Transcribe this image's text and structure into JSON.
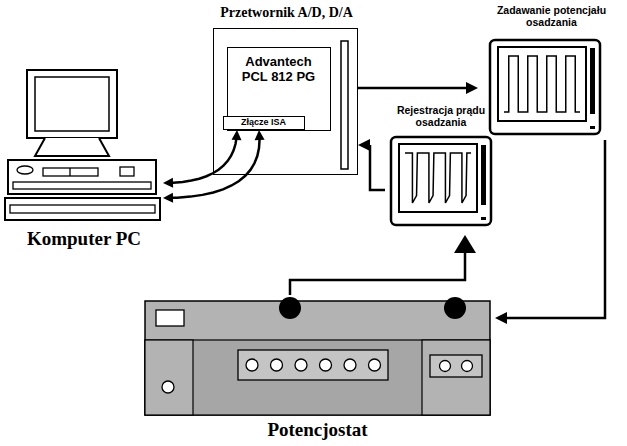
{
  "diagram": {
    "nodes": [
      {
        "text": [
          "Przetwornik A/D, D/A"
        ]
      },
      {
        "text": [
          "Advantech PCL 812 PG"
        ],
        "in": 0
      },
      {
        "text": [
          "Złącze ISA"
        ],
        "in": 1
      },
      {
        "text": [
          "Komputer PC"
        ]
      },
      {
        "text": [
          "Zadawanie potencjału osadzania"
        ]
      },
      {
        "text": [
          "Rejestracja prądu osadzania"
        ]
      },
      {
        "text": [
          "Potencjostat"
        ]
      }
    ],
    "edges": [
      {
        "from": 3,
        "to": 2,
        "arrow": "both"
      },
      {
        "from": 3,
        "to": 2,
        "arrow": "both"
      },
      {
        "from": 0,
        "to": 4,
        "arrow": "to"
      },
      {
        "from": 4,
        "to": 6,
        "arrow": "to"
      },
      {
        "from": 6,
        "to": 5,
        "arrow": "to"
      },
      {
        "from": 5,
        "to": 0,
        "arrow": "to"
      }
    ]
  }
}
